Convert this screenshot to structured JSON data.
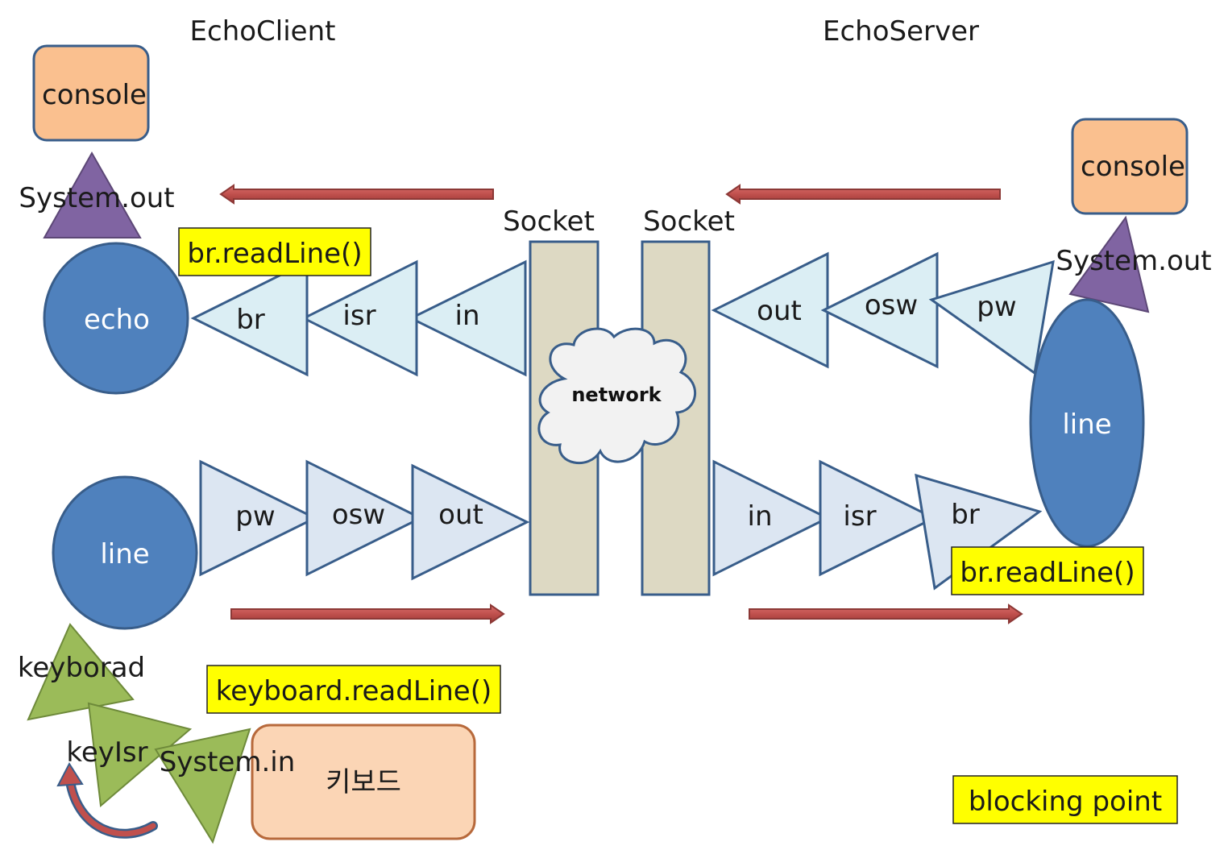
{
  "titles": {
    "client": "EchoClient",
    "server": "EchoServer"
  },
  "sockets": {
    "client": "Socket",
    "server": "Socket"
  },
  "network": "network",
  "client": {
    "console": "console",
    "system_out": "System.out",
    "read_top": [
      "br",
      "isr",
      "in"
    ],
    "write_bottom": [
      "pw",
      "osw",
      "out"
    ],
    "echo": "echo",
    "line": "line",
    "keyboard_chain": [
      "keyborad",
      "keyIsr",
      "System.in"
    ],
    "keyboard_box": "키보드",
    "br_readline": "br.readLine()",
    "keyboard_readline": "keyboard.readLine()"
  },
  "server": {
    "console": "console",
    "system_out": "System.out",
    "write_top": [
      "out",
      "osw",
      "pw"
    ],
    "read_bottom": [
      "in",
      "isr",
      "br"
    ],
    "line": "line",
    "br_readline": "br.readLine()"
  },
  "legend": {
    "blocking_point": "blocking point"
  },
  "colors": {
    "circle": "#4f81bd",
    "circle_border": "#385d8a",
    "stream_top": "#dbeef4",
    "stream_bottom": "#dce6f2",
    "stream_border": "#385d8a",
    "socket": "#ddd9c3",
    "socket_border": "#385d8a",
    "console": "#fac08f",
    "console_border": "#385d8a",
    "keyboard_box": "#fbd5b5",
    "keyboard_border": "#b7693b",
    "purple": "#8064a2",
    "green": "#9bbb59",
    "green_border": "#6e8a3a",
    "arrow": "#c0504d",
    "highlight": "#ffff00"
  }
}
